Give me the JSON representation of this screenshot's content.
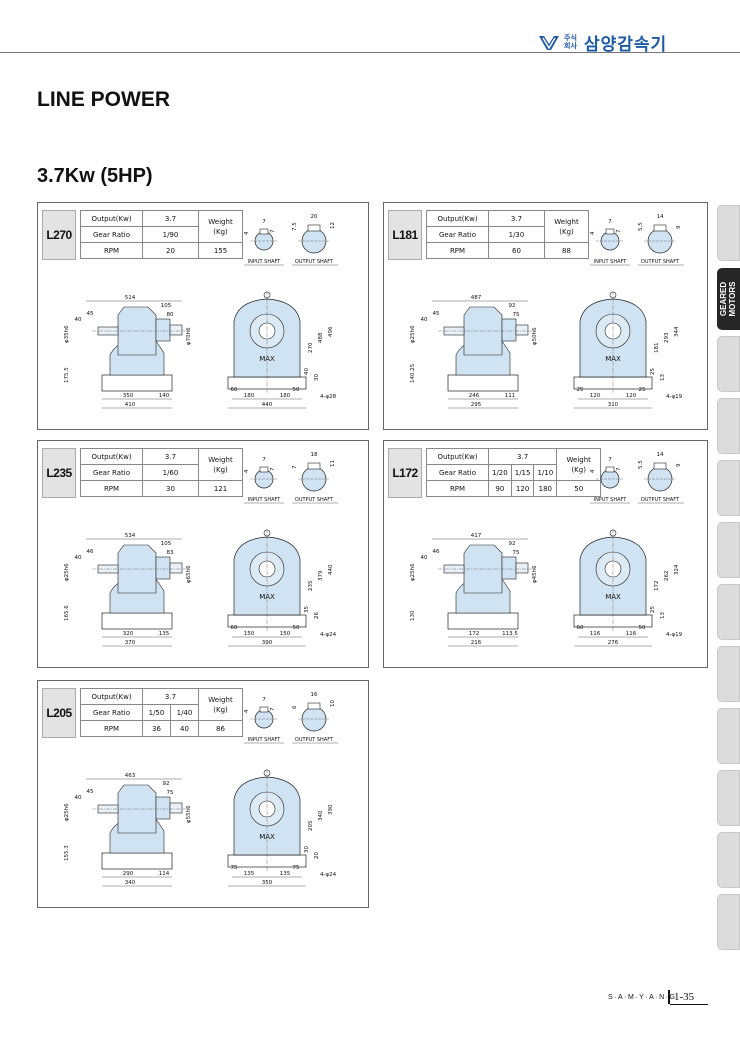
{
  "brand": {
    "small": "주식\n회사",
    "name": "삼양감속기"
  },
  "page": {
    "title": "LINE POWER",
    "subtitle": "3.7Kw (5HP)"
  },
  "side_tab": {
    "line1": "GEARED",
    "line2": "MOTORS"
  },
  "footer": {
    "brand": "S·A·M·Y·A·N·G",
    "page_number": "1-35"
  },
  "labels": {
    "output": "Output(Kw)",
    "gear_ratio": "Gear Ratio",
    "rpm": "RPM",
    "weight": "Weight",
    "weight_unit": "(Kg)",
    "input_shaft": "INPUT SHAFT",
    "output_shaft": "OUTPUT SHAFT",
    "max": "MAX"
  },
  "models": {
    "L270": {
      "model": "L270",
      "output": "3.7",
      "ratios": [
        "1/90"
      ],
      "rpms": [
        "20"
      ],
      "weight": "155",
      "in_key": [
        "7",
        "4",
        "7"
      ],
      "out_key": [
        "20",
        "7.5",
        "12"
      ],
      "side": {
        "total": "514",
        "d1": "105",
        "d2": "80",
        "d3": "45",
        "d4": "40",
        "in_dia": "φ35h6",
        "height": "175.5",
        "out_dia": "φ70h6",
        "base1": "350",
        "base2": "140",
        "overall": "410"
      },
      "front": {
        "h1": "270",
        "h2": "488",
        "h3": "496",
        "b1": "40",
        "b2": "30",
        "c1": "180",
        "c2": "180",
        "f1": "60",
        "f2": "50",
        "overall": "440",
        "holes": "4-φ28"
      }
    },
    "L181": {
      "model": "L181",
      "output": "3.7",
      "ratios": [
        "1/30"
      ],
      "rpms": [
        "60"
      ],
      "weight": "88",
      "in_key": [
        "7",
        "4",
        "7"
      ],
      "out_key": [
        "14",
        "5.5",
        "9"
      ],
      "side": {
        "total": "487",
        "d1": "92",
        "d2": "75",
        "d3": "45",
        "d4": "40",
        "in_dia": "φ25h6",
        "height": "140.25",
        "out_dia": "φ50h6",
        "base1": "246",
        "base2": "111",
        "overall": "295"
      },
      "front": {
        "h1": "181",
        "h2": "293",
        "h3": "344",
        "b1": "25",
        "b2": "13",
        "c1": "120",
        "c2": "120",
        "f1": "25",
        "f2": "25",
        "overall": "310",
        "holes": "4-φ19"
      }
    },
    "L235": {
      "model": "L235",
      "output": "3.7",
      "ratios": [
        "1/60"
      ],
      "rpms": [
        "30"
      ],
      "weight": "121",
      "in_key": [
        "7",
        "4",
        "7"
      ],
      "out_key": [
        "18",
        "7",
        "11"
      ],
      "side": {
        "total": "534",
        "d1": "105",
        "d2": "83",
        "d3": "46",
        "d4": "40",
        "in_dia": "φ25h6",
        "height": "165.6",
        "out_dia": "φ65h6",
        "base1": "320",
        "base2": "135",
        "overall": "370"
      },
      "front": {
        "h1": "235",
        "h2": "379",
        "h3": "440",
        "b1": "35",
        "b2": "26",
        "c1": "150",
        "c2": "150",
        "f1": "60",
        "f2": "50",
        "overall": "390",
        "holes": "4-φ24"
      }
    },
    "L172": {
      "model": "L172",
      "output": "3.7",
      "ratios": [
        "1/20",
        "1/15",
        "1/10"
      ],
      "rpms": [
        "90",
        "120",
        "180"
      ],
      "weight": "50",
      "in_key": [
        "7",
        "4",
        "7"
      ],
      "out_key": [
        "14",
        "5.5",
        "9"
      ],
      "side": {
        "total": "417",
        "d1": "92",
        "d2": "75",
        "d3": "46",
        "d4": "40",
        "in_dia": "φ25h6",
        "height": "130",
        "out_dia": "φ45h6",
        "base1": "172",
        "base2": "113.5",
        "overall": "216"
      },
      "front": {
        "h1": "172",
        "h2": "262",
        "h3": "324",
        "b1": "25",
        "b2": "13",
        "c1": "116",
        "c2": "116",
        "f1": "60",
        "f2": "50",
        "overall": "276",
        "holes": "4-φ19"
      }
    },
    "L205": {
      "model": "L205",
      "output": "3.7",
      "ratios": [
        "1/50",
        "1/40"
      ],
      "rpms": [
        "36",
        "40"
      ],
      "weight": "86",
      "in_key": [
        "7",
        "4",
        "7"
      ],
      "out_key": [
        "16",
        "6",
        "10"
      ],
      "side": {
        "total": "463",
        "d1": "92",
        "d2": "75",
        "d3": "45",
        "d4": "40",
        "in_dia": "φ25h6",
        "height": "155.3",
        "out_dia": "φ55h6",
        "base1": "290",
        "base2": "114",
        "overall": "340"
      },
      "front": {
        "h1": "205",
        "h2": "340",
        "h3": "390",
        "b1": "30",
        "b2": "20",
        "c1": "135",
        "c2": "135",
        "f1": "75",
        "f2": "75",
        "overall": "350",
        "holes": "4-φ24"
      }
    }
  }
}
